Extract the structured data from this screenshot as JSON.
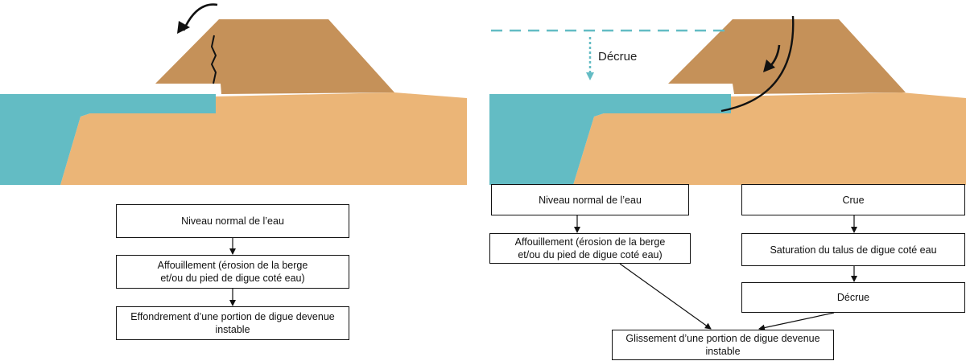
{
  "left_panel": {
    "boxes": {
      "normal": "Niveau normal de l’eau",
      "scour_line1": "Affouillement (érosion de la berge",
      "scour_line2": "et/ou du pied de digue coté eau)",
      "collapse_line1": "Effondrement d’une portion de digue devenue",
      "collapse_line2": "instable"
    }
  },
  "right_panel": {
    "water_drop_label": "Décrue",
    "boxes": {
      "normal": "Niveau normal de l’eau",
      "scour_line1": "Affouillement (érosion de la berge",
      "scour_line2": "et/ou du pied de digue coté eau)",
      "flood": "Crue",
      "saturation": "Saturation du talus de digue coté eau",
      "recession": "Décrue",
      "slide_line1": "Glissement d’une portion de digue devenue",
      "slide_line2": "instable"
    }
  },
  "colors": {
    "water": "#63bcc4",
    "ground": "#ebb577",
    "dike": "#c59159",
    "dashed_water_line": "#63bcc4"
  }
}
